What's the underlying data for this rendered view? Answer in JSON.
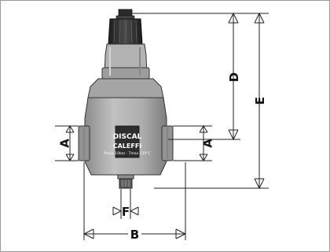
{
  "dimensions": {
    "a_left": "A",
    "a_right": "A",
    "b": "B",
    "d": "D",
    "e": "E",
    "f": "F"
  },
  "colors": {
    "body_gray": "#a7a7a7",
    "dark_gray": "#6e6e6e",
    "line": "#222222"
  }
}
